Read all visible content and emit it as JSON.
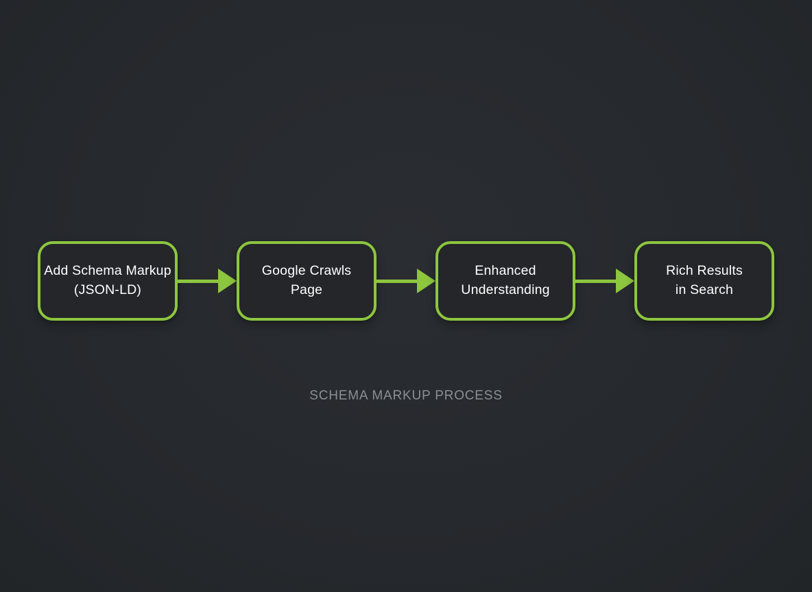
{
  "diagram": {
    "caption": "SCHEMA MARKUP PROCESS",
    "steps": [
      {
        "line1": "Add Schema Markup",
        "line2": "(JSON-LD)"
      },
      {
        "line1": "Google Crawls",
        "line2": "Page"
      },
      {
        "line1": "Enhanced",
        "line2": "Understanding"
      },
      {
        "line1": "Rich Results",
        "line2": "in Search"
      }
    ],
    "colors": {
      "accent": "#8dc63f",
      "background": "#26292d",
      "node_fill": "#24262a",
      "node_text": "#ffffff",
      "caption_text": "#8b9096"
    }
  }
}
